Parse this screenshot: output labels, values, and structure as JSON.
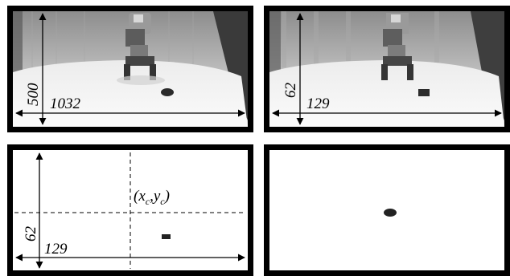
{
  "panels": {
    "top_left": {
      "width_label": "1032",
      "height_label": "500"
    },
    "top_right": {
      "width_label": "129",
      "height_label": "62"
    },
    "bottom_left": {
      "width_label": "129",
      "height_label": "62",
      "center_x": "(x",
      "center_x_sub": "c",
      "center_sep": ",y",
      "center_y_sub": "c",
      "center_close": ")"
    },
    "bottom_right": {}
  },
  "colors": {
    "frame": "#000000",
    "wall": "#b9b9b9",
    "table": "#f0f0f0",
    "blob": "#222222"
  }
}
